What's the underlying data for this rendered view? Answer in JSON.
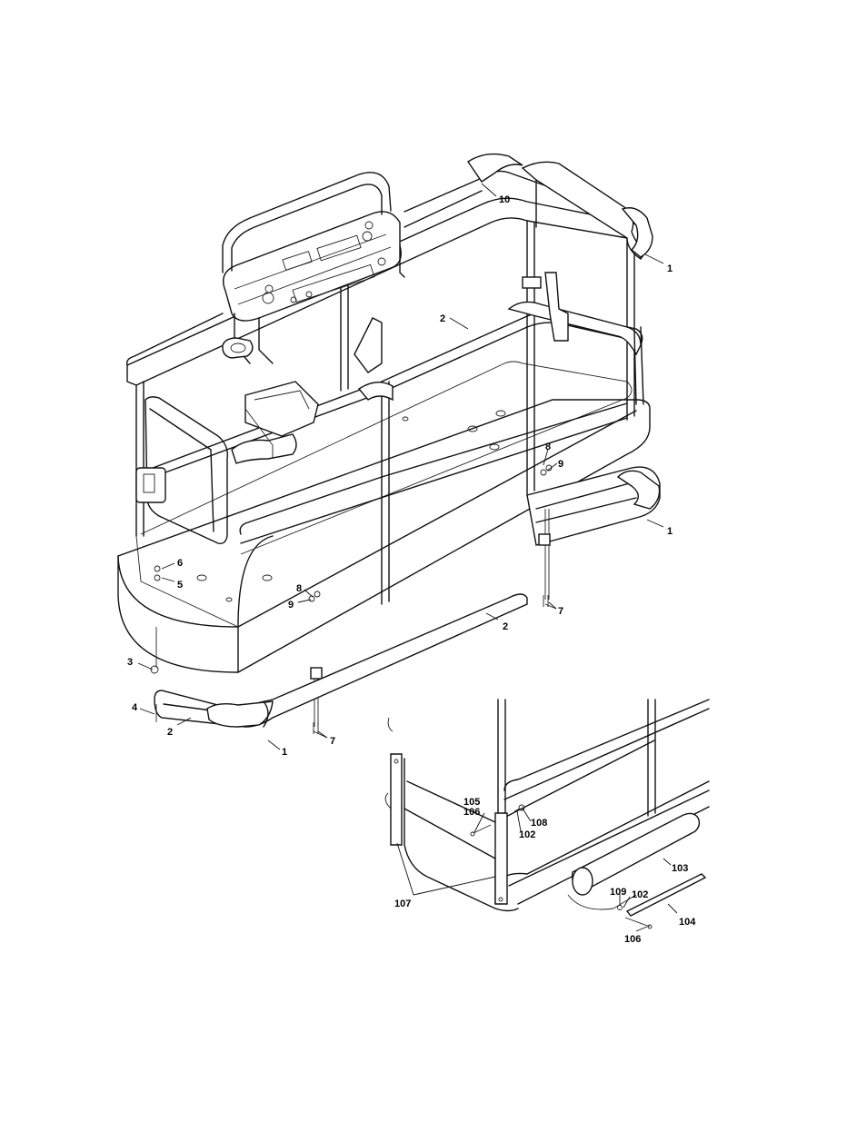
{
  "callouts": {
    "c10": "10",
    "c1a": "1",
    "c2a": "2",
    "c8a": "8",
    "c9a": "9",
    "c1b": "1",
    "c6": "6",
    "c5": "5",
    "c8b": "8",
    "c9b": "9",
    "c7a": "7",
    "c2b": "2",
    "c3": "3",
    "c4": "4",
    "c2c": "2",
    "c1c": "1",
    "c7b": "7",
    "c105": "105",
    "c106a": "106",
    "c108": "108",
    "c102a": "102",
    "c103": "103",
    "c109": "109",
    "c102b": "102",
    "c104": "104",
    "c106b": "106",
    "c107": "107"
  }
}
